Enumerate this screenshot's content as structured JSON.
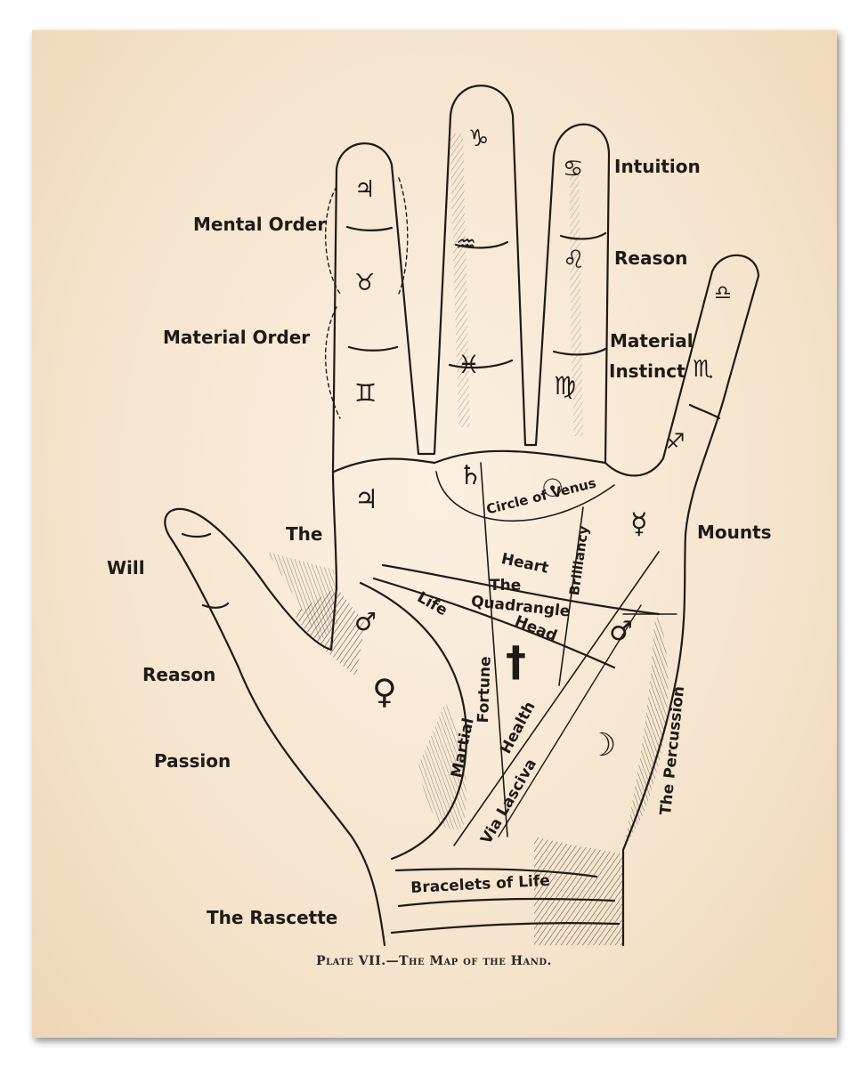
{
  "labels": {
    "mental_order": "Mental Order",
    "material_order": "Material Order",
    "will": "Will",
    "reason_left": "Reason",
    "passion": "Passion",
    "the_rascette": "The Rascette",
    "the": "The",
    "intuition": "Intuition",
    "reason_right": "Reason",
    "material": "Material",
    "instinct": "Instinct",
    "mounts": "Mounts",
    "circle_of_venus": "Circle of Venus",
    "heart": "Heart",
    "the_q": "The",
    "quadrangle": "Quadrangle",
    "brilliancy": "Brilliancy",
    "life": "Life",
    "head": "Head",
    "fortune": "Fortune",
    "martial": "Martial",
    "health": "Health",
    "via_lasciva": "Via Lasciva",
    "the_percussion": "The Percussion",
    "bracelets_of_life": "Bracelets of Life"
  },
  "caption": {
    "plate": "Plate VII.",
    "dash": "—",
    "title": "The Map of the Hand."
  },
  "symbols": {
    "jupiter_finger_top": "♃",
    "taurus": "♉",
    "gemini": "♊",
    "capricorn": "♑",
    "aquarius": "♒",
    "pisces": "♓",
    "cancer": "♋",
    "leo": "♌",
    "virgo": "♍",
    "libra": "♎",
    "scorpio": "♏",
    "sagittarius": "♐",
    "jupiter_mount": "♃",
    "saturn": "♄",
    "sun": "☉",
    "mercury": "☿",
    "mars_lower": "♂",
    "mars_upper": "♂",
    "venus": "♀",
    "moon": "☽",
    "dagger": "†"
  },
  "colors": {
    "paper": "#f6e4cd",
    "ink": "#1e1a17"
  }
}
